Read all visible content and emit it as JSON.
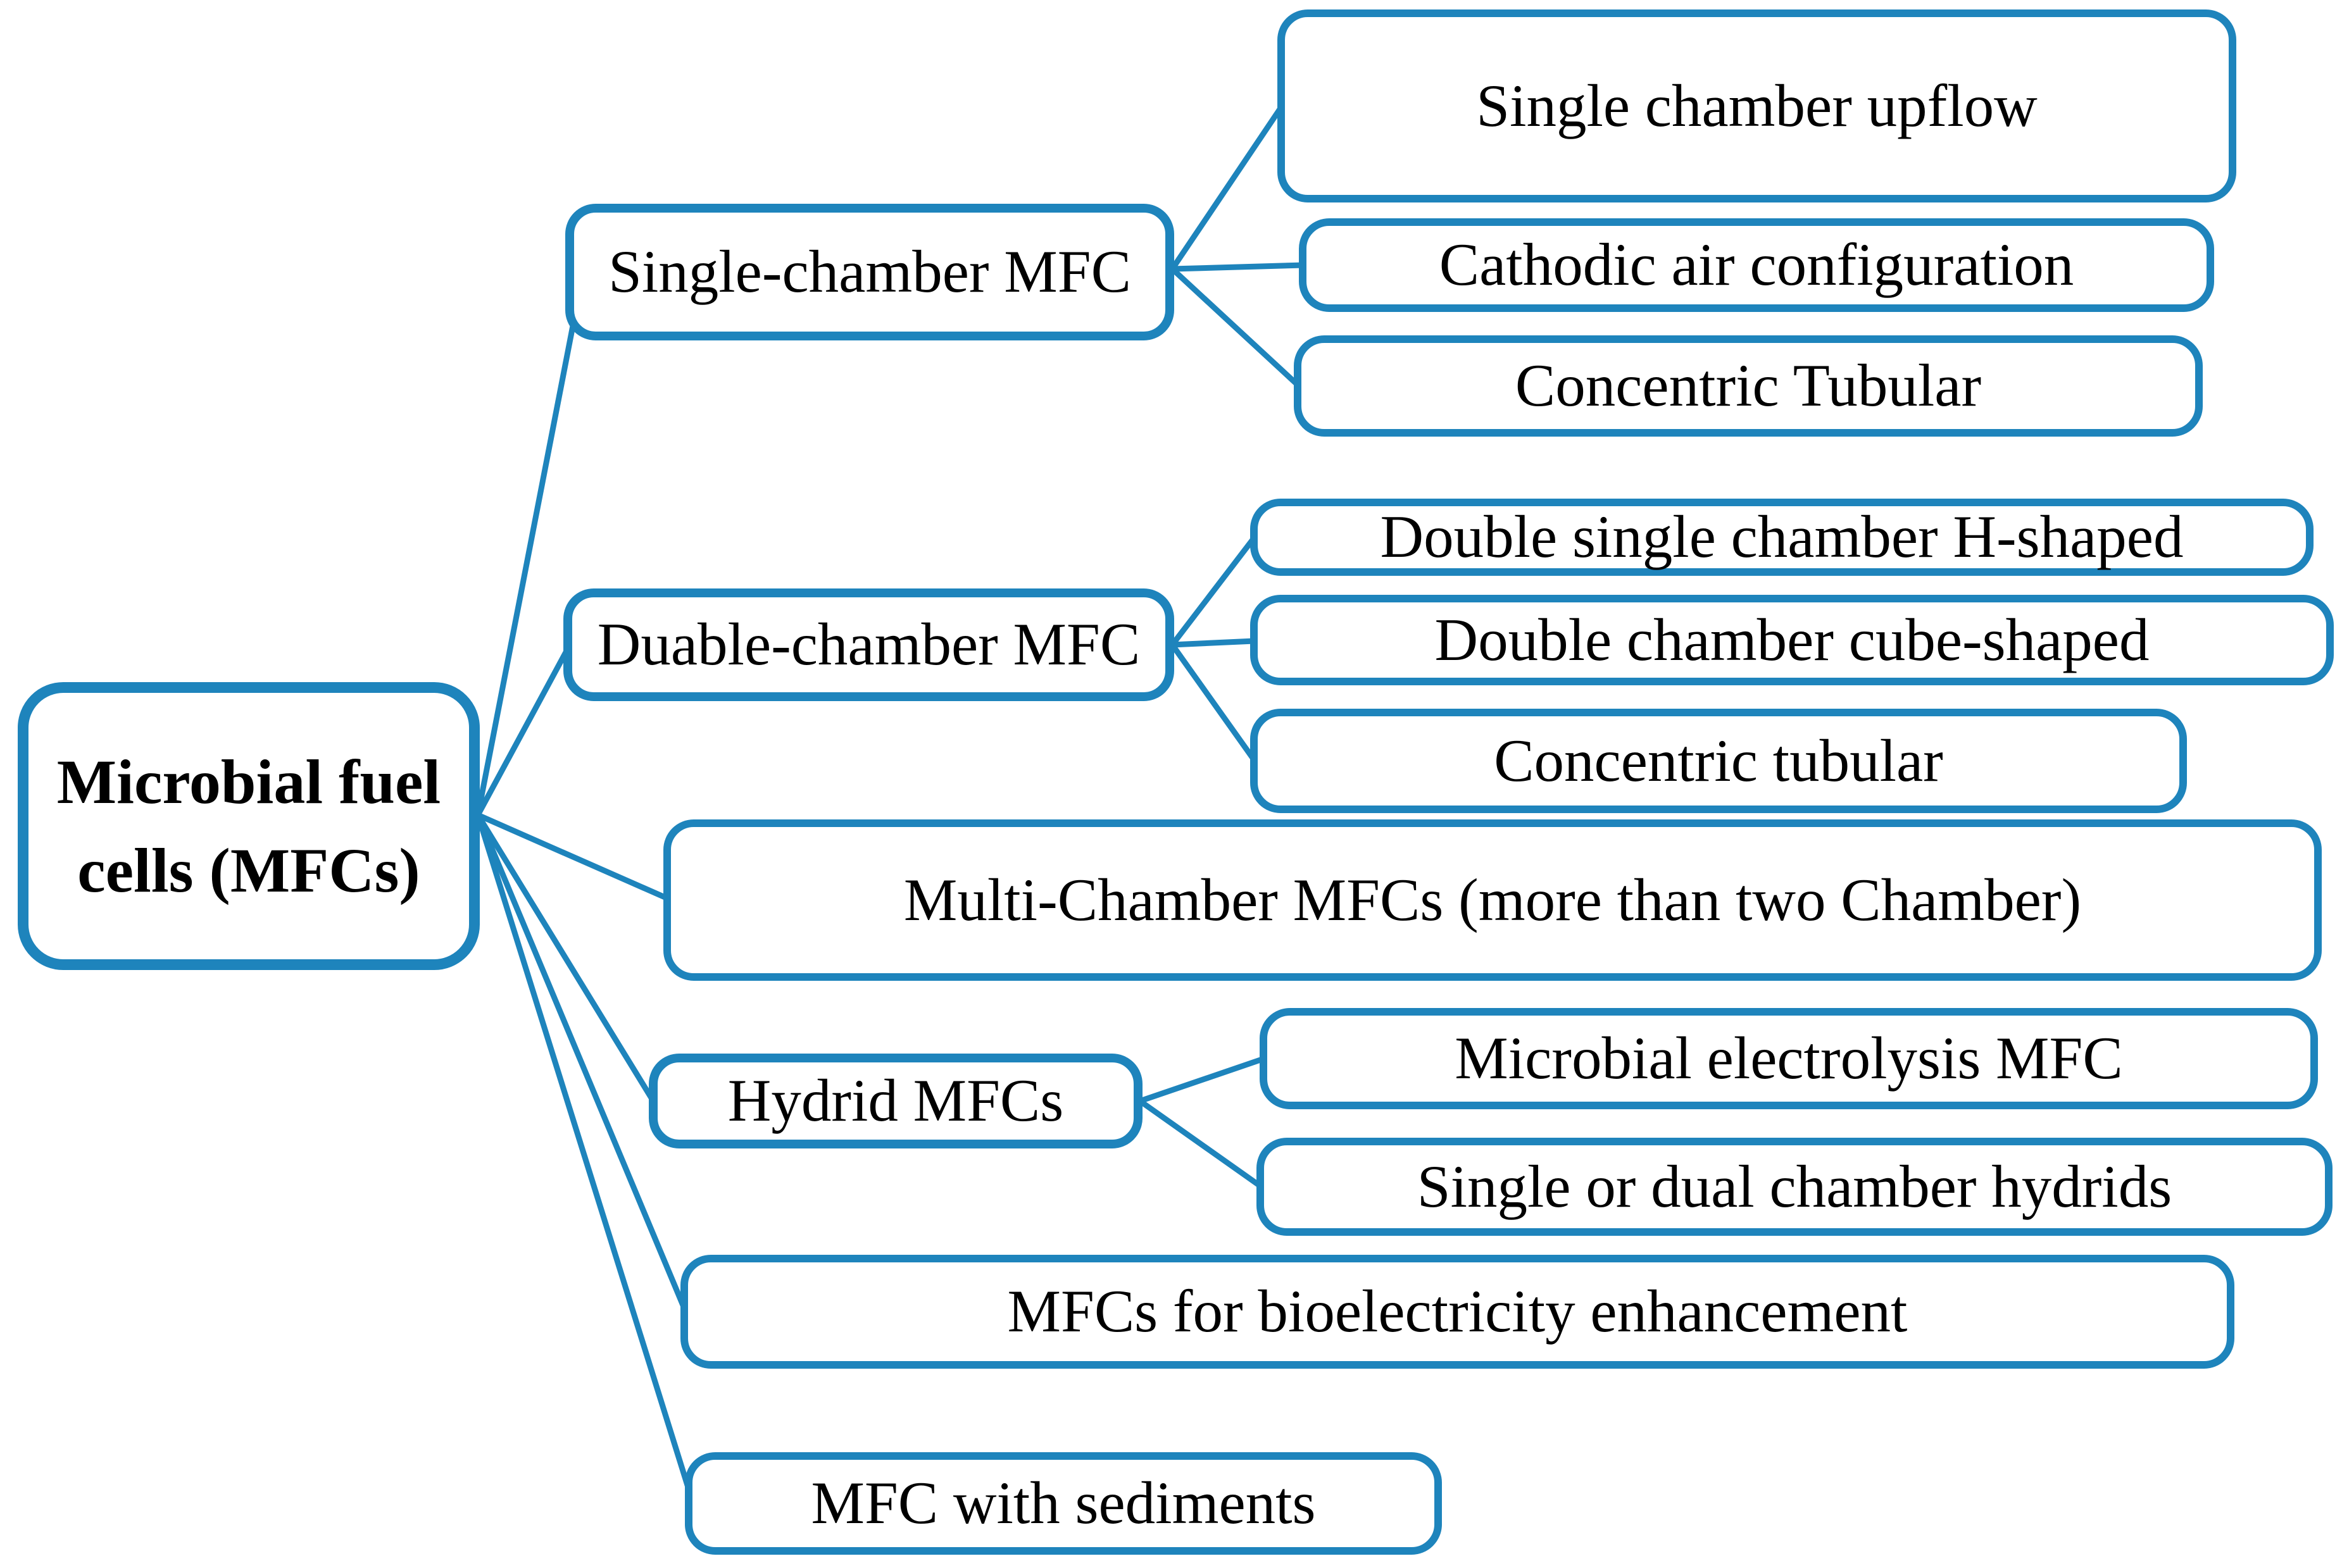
{
  "colors": {
    "accent": "#1e84bc",
    "text": "#000000",
    "background": "#ffffff"
  },
  "diagram": {
    "type": "hierarchy-tree",
    "orientation": "left-to-right"
  },
  "tree": {
    "root": {
      "label": "Microbial fuel cells (MFCs)",
      "lines": [
        "Microbial fuel",
        "cells (MFCs)"
      ]
    },
    "branches": [
      {
        "label": "Single-chamber MFC",
        "children": [
          {
            "label": "Single chamber upflow"
          },
          {
            "label": "Cathodic air configuration"
          },
          {
            "label": "Concentric Tubular"
          }
        ]
      },
      {
        "label": "Duable-chamber MFC",
        "children": [
          {
            "label": "Double single chamber H-shaped"
          },
          {
            "label": "Double chamber cube-shaped"
          },
          {
            "label": "Concentric tubular"
          }
        ]
      },
      {
        "label": "Multi-Chamber MFCs (more than two Chamber)",
        "children": []
      },
      {
        "label": "Hydrid MFCs",
        "children": [
          {
            "label": "Microbial electrolysis MFC"
          },
          {
            "label": "Single or dual chamber hydrids"
          }
        ]
      },
      {
        "label": "MFCs for bioelectricity enhancement",
        "children": []
      },
      {
        "label": "MFC with sediments",
        "children": []
      }
    ]
  }
}
